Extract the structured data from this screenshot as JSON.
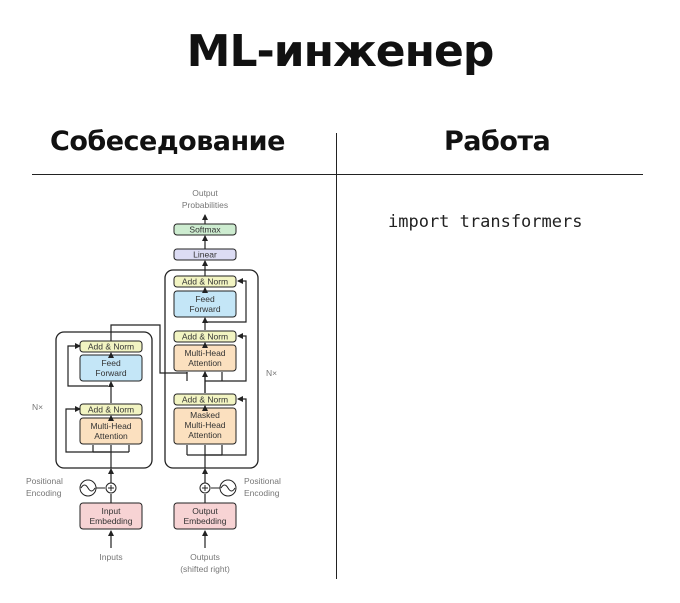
{
  "title": "ML-инженер",
  "columns": {
    "left_header": "Собеседование",
    "right_header": "Работа"
  },
  "right_content": {
    "code": "import transformers"
  },
  "diagram": {
    "output_probabilities": [
      "Output",
      "Probabilities"
    ],
    "softmax": "Softmax",
    "linear": "Linear",
    "add_norm": "Add & Norm",
    "feed_forward": [
      "Feed",
      "Forward"
    ],
    "multi_head_attention": [
      "Multi-Head",
      "Attention"
    ],
    "masked_multi_head_attention": [
      "Masked",
      "Multi-Head",
      "Attention"
    ],
    "nx": "N×",
    "positional_encoding": [
      "Positional",
      "Encoding"
    ],
    "input_embedding": [
      "Input",
      "Embedding"
    ],
    "output_embedding": [
      "Output",
      "Embedding"
    ],
    "inputs": "Inputs",
    "outputs": [
      "Outputs",
      "(shifted right)"
    ],
    "colors": {
      "add_norm": "#f2f4c2",
      "feed_forward": "#c4e6f7",
      "attention": "#fbe0bf",
      "embedding": "#f7d3d4",
      "linear": "#dcdcf4",
      "softmax": "#cdecd0",
      "stroke": "#222222",
      "label": "#777777"
    }
  }
}
